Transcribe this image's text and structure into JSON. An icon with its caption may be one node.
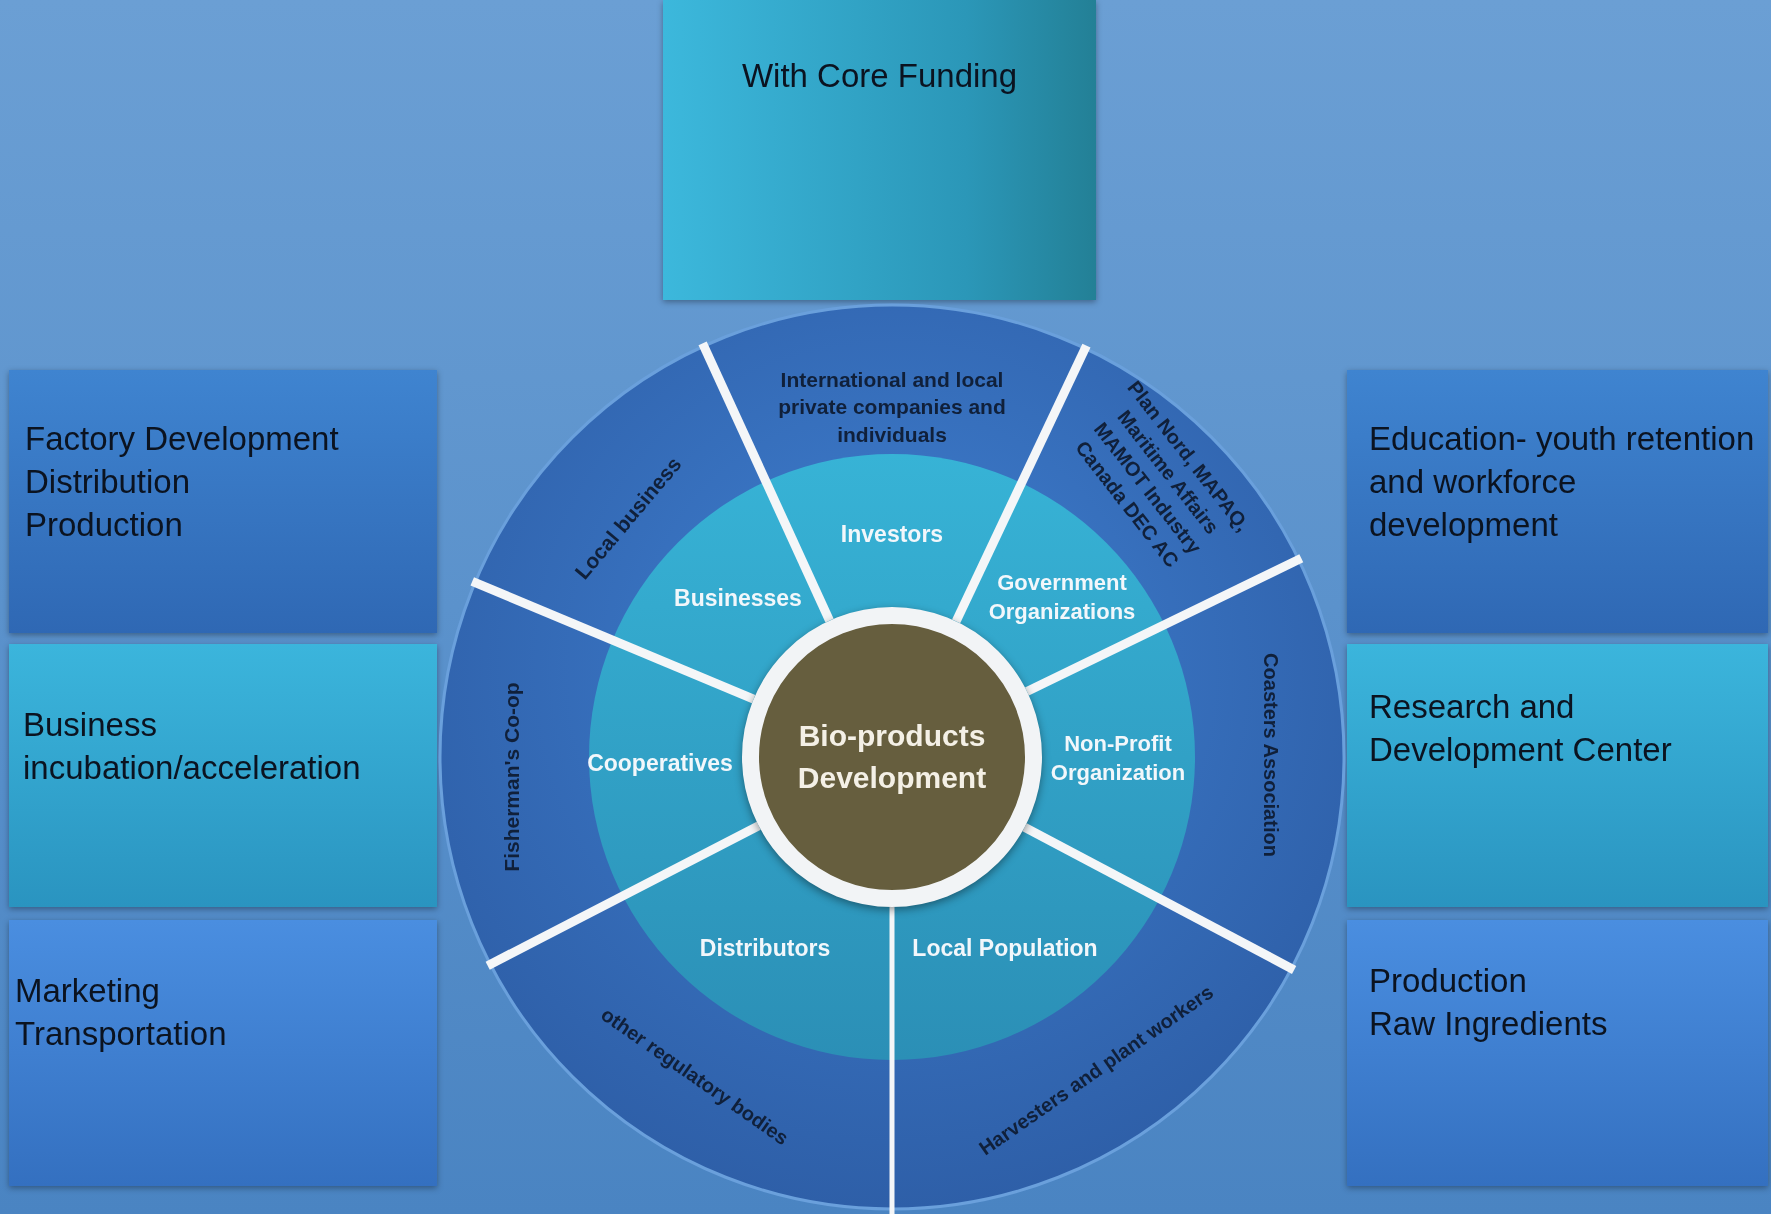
{
  "diagram": {
    "nodes": [
      {
        "text": [
          "With Core Funding"
        ]
      },
      {
        "text": [
          "Factory Development",
          "Distribution",
          "Production"
        ]
      },
      {
        "text": [
          "Business incubation/acceleration"
        ]
      },
      {
        "text": [
          "Marketing",
          "Transportation"
        ]
      },
      {
        "text": [
          "Education- youth retention and workforce development"
        ]
      },
      {
        "text": [
          "Research and Development Center"
        ]
      },
      {
        "text": [
          "Production",
          "Raw Ingredients"
        ]
      },
      {
        "text": [
          "International and local private companies and individuals"
        ]
      },
      {
        "text": [
          "Plan Nord, MAPAQ, Maritime Affairs MAMOT Industry Canada DEC AC"
        ]
      },
      {
        "text": [
          "Coasters Association"
        ]
      },
      {
        "text": [
          "Harvesters and plant workers"
        ]
      },
      {
        "text": [
          "other regulatory bodies"
        ]
      },
      {
        "text": [
          "Fisherman's Co-op"
        ]
      },
      {
        "text": [
          "Local business"
        ]
      },
      {
        "text": [
          "Investors"
        ]
      },
      {
        "text": [
          "Government Organizations"
        ]
      },
      {
        "text": [
          "Non-Profit Organization"
        ]
      },
      {
        "text": [
          "Local Population"
        ]
      },
      {
        "text": [
          "Distributors"
        ]
      },
      {
        "text": [
          "Cooperatives"
        ]
      },
      {
        "text": [
          "Businesses"
        ]
      },
      {
        "text": [
          "Bio-products Development"
        ]
      }
    ]
  }
}
